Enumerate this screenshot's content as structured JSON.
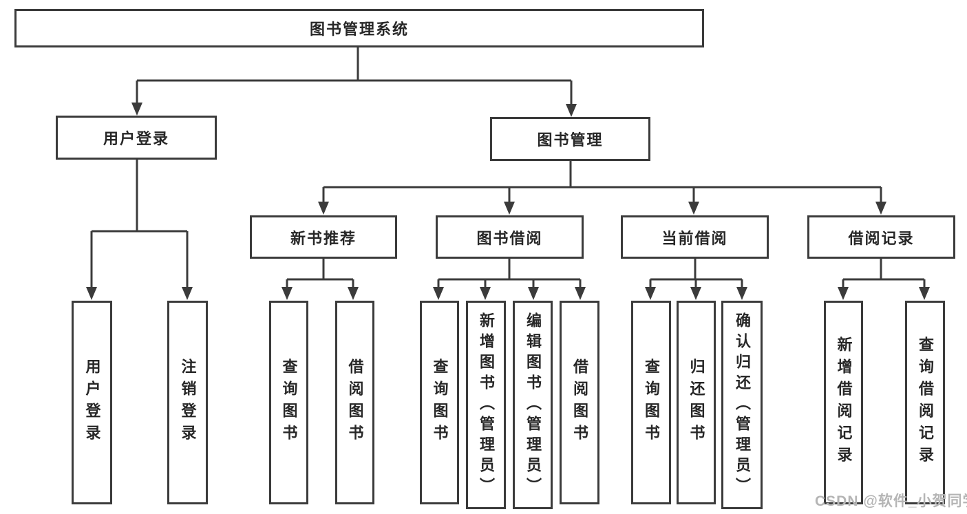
{
  "diagram": {
    "title": "图书管理系统",
    "type": "hierarchy-tree",
    "nodes": {
      "root": "图书管理系统",
      "level2": [
        "用户登录",
        "图书管理"
      ],
      "level3": [
        "新书推荐",
        "图书借阅",
        "当前借阅",
        "借阅记录"
      ],
      "leaves_user": [
        "用户登录",
        "注销登录"
      ],
      "leaves_new_books": [
        "查询图书",
        "借阅图书"
      ],
      "leaves_borrowing": [
        "查询图书",
        "新增图书（管理员）",
        "编辑图书（管理员）",
        "借阅图书"
      ],
      "leaves_current": [
        "查询图书",
        "归还图书",
        "确认归还（管理员）"
      ],
      "leaves_records": [
        "新增借阅记录",
        "查询借阅记录"
      ]
    },
    "colors": {
      "line": "#3b3b3b",
      "box_border": "#3b3b3b",
      "box_fill": "#ffffff",
      "text": "#272727",
      "background": "#ffffff"
    }
  },
  "watermark": {
    "text": "CSDN @软件_小贺同学",
    "color": "#b5b5b5"
  }
}
